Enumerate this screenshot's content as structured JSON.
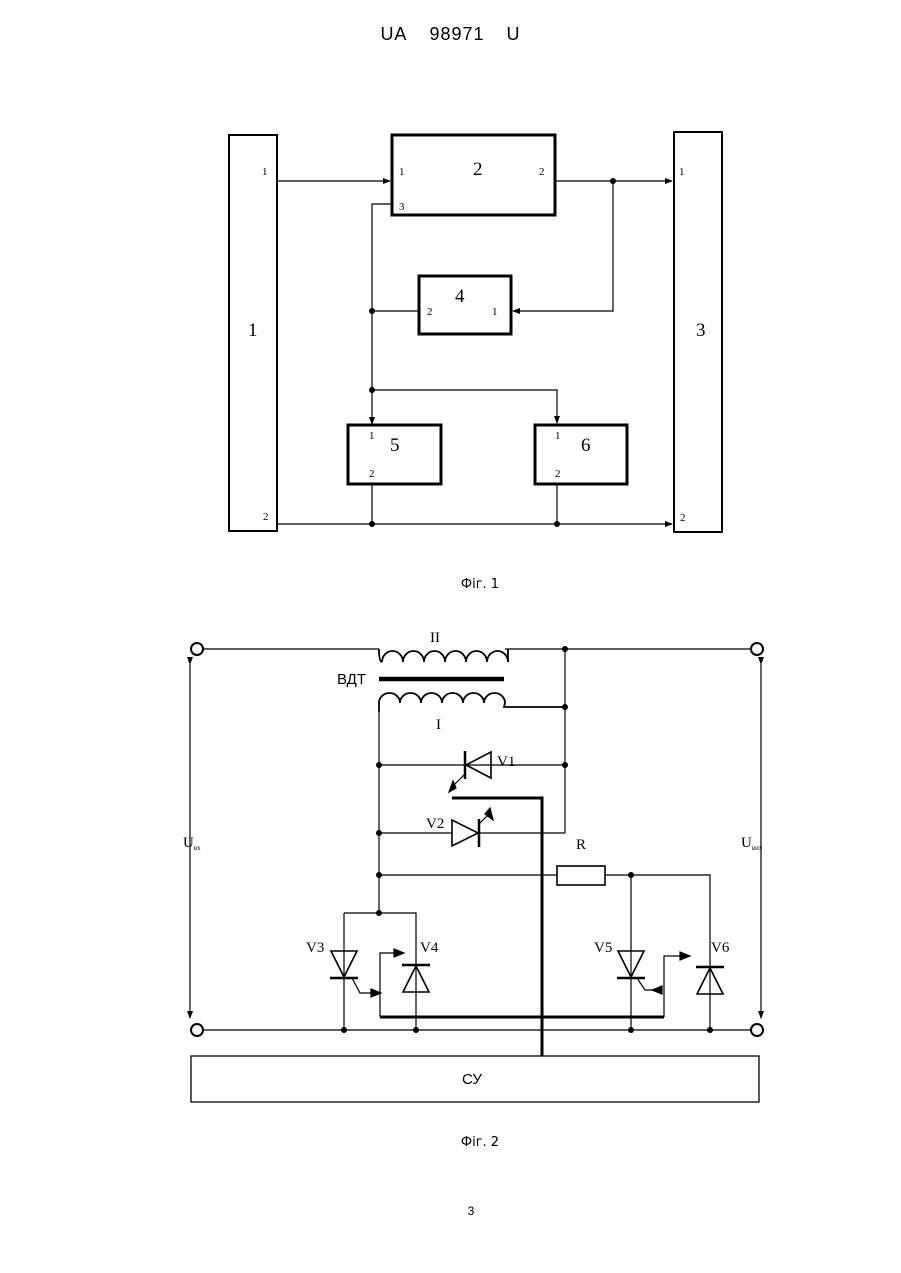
{
  "header": {
    "country": "UA",
    "number": "98971",
    "kind": "U"
  },
  "fig1": {
    "caption": "Фіг. 1",
    "blocks": {
      "b1": {
        "label": "1",
        "ports": [
          "1",
          "2"
        ]
      },
      "b2": {
        "label": "2",
        "ports": [
          "1",
          "2",
          "3"
        ]
      },
      "b3": {
        "label": "3",
        "ports": [
          "1",
          "2"
        ]
      },
      "b4": {
        "label": "4",
        "ports": [
          "2",
          "1"
        ]
      },
      "b5": {
        "label": "5",
        "ports": [
          "1",
          "2"
        ]
      },
      "b6": {
        "label": "6",
        "ports": [
          "1",
          "2"
        ]
      }
    }
  },
  "fig2": {
    "caption": "Фіг. 2",
    "labels": {
      "winding2": "II",
      "winding1": "I",
      "transformer": "ВДТ",
      "v1": "V1",
      "v2": "V2",
      "v3": "V3",
      "v4": "V4",
      "v5": "V5",
      "v6": "V6",
      "r": "R",
      "uin_main": "U",
      "uin_sub": "вх",
      "uout_main": "U",
      "uout_sub": "вих",
      "control": "СУ"
    }
  },
  "page_number": "3"
}
